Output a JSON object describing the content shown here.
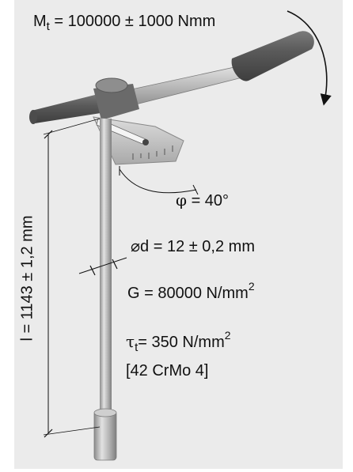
{
  "labels": {
    "torque": {
      "symbol": "M",
      "subscript": "t",
      "value": " = 100000 ± 1000 Nmm"
    },
    "angle": {
      "symbol": "φ",
      "value": " = 40°"
    },
    "diameter": {
      "symbol": "⌀",
      "value": "d = 12 ± 0,2 mm"
    },
    "shear_modulus": {
      "text": "G = 80000 N/mm",
      "exponent": "2"
    },
    "shear_stress": {
      "symbol": "τ",
      "subscript": "t",
      "value": "= 350 N/mm",
      "exponent": "2"
    },
    "material": "[42 CrMo 4]",
    "length": "l = 1143 ± 1,2  mm"
  },
  "colors": {
    "background": "#ebebeb",
    "handle": "#5f5f5f",
    "shaft": "#b5b5b5",
    "scale": "#c8c8c8"
  }
}
